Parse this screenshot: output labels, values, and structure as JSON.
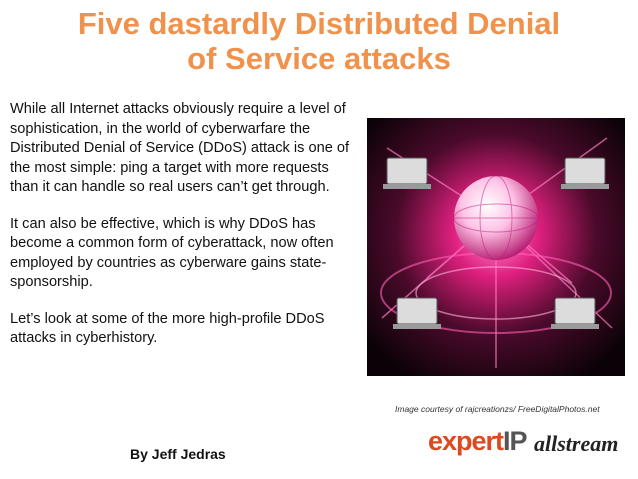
{
  "title": {
    "line1": "Five dastardly Distributed Denial",
    "line2": "of Service attacks"
  },
  "body": {
    "paragraphs": [
      "While all Internet attacks obviously require a level of sophistication, in the world of cyberwarfare the Distributed Denial of Service (DDoS) attack is one of the most simple: ping a target with more requests than it can handle so real users can’t get through.",
      "It can also be effective, which is why DDoS has become a common form of cyberattack, now often employed by countries as cyberware gains state-sponsorship.",
      "Let’s look at some of the more high-profile DDoS attacks in cyberhistory."
    ]
  },
  "byline": "By Jeff Jedras",
  "image": {
    "caption": "Image courtesy of rajcreationzs/ FreeDigitalPhotos.net",
    "icon": "network-globe-laptops-illustration"
  },
  "logos": {
    "expertip_part1": "expert",
    "expertip_part2": "IP",
    "allstream": "allstream"
  },
  "colors": {
    "title": "#f0924b",
    "expert_orange": "#dd4a1f",
    "image_glow": "#ff2fa0"
  }
}
